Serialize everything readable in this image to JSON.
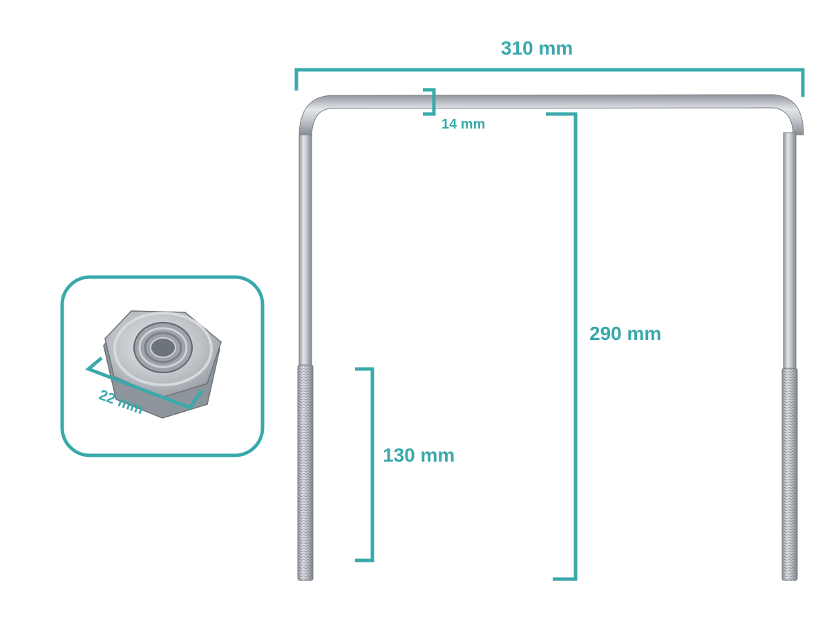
{
  "dimensions": {
    "width": "310 mm",
    "height": "290 mm",
    "thread_length": "130 mm",
    "rod_diameter": "14 mm",
    "nut_size": "22 mm"
  },
  "colors": {
    "accent": "#3aa9ab",
    "steel": "#c9ccd1",
    "steel_dark": "#8e949b"
  },
  "objects": {
    "bolt": "u-bolt",
    "nut": "hex-nut"
  }
}
